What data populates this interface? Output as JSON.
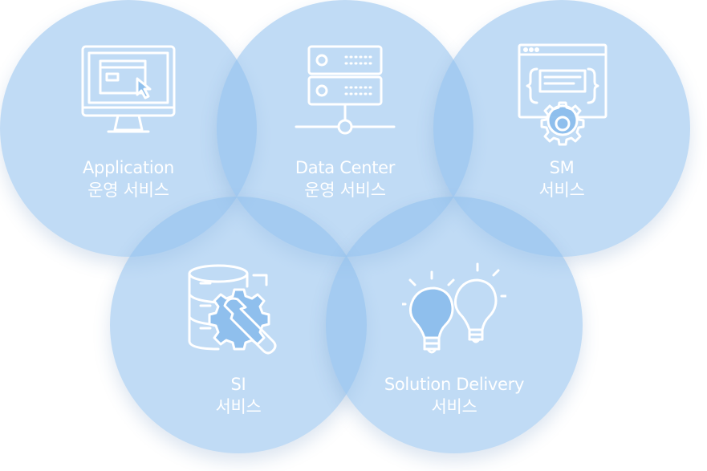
{
  "services": [
    {
      "title": "Application",
      "subtitle": "운영 서비스",
      "icon": "monitor-cursor-icon"
    },
    {
      "title": "Data Center",
      "subtitle": "운영 서비스",
      "icon": "server-rack-icon"
    },
    {
      "title": "SM",
      "subtitle": "서비스",
      "icon": "code-window-gear-icon"
    },
    {
      "title": "SI",
      "subtitle": "서비스",
      "icon": "database-wrench-gear-icon"
    },
    {
      "title": "Solution Delivery",
      "subtitle": "서비스",
      "icon": "lightbulbs-icon"
    }
  ],
  "colors": {
    "circle_fill": "#8cbeec",
    "overlap": "#6aa8e6",
    "icon_stroke": "#ffffff",
    "text": "#ffffff"
  }
}
